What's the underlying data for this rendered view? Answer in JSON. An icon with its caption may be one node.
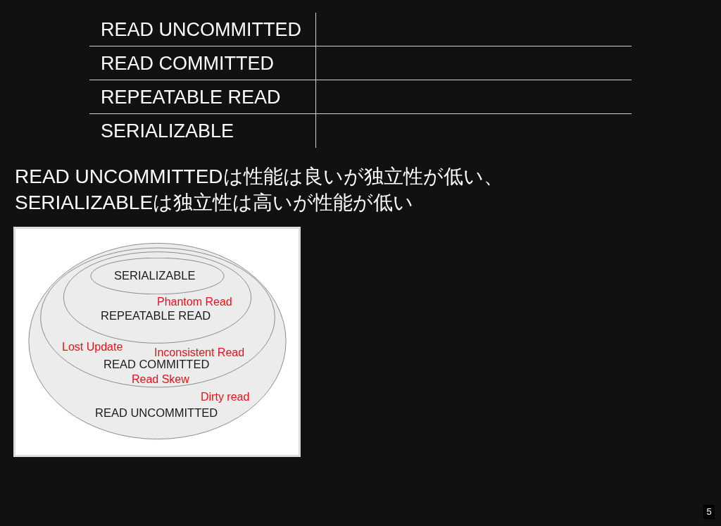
{
  "diagram": {
    "nodes": [
      {
        "text": [
          "READ UNCOMMITTED"
        ]
      },
      {
        "text": [
          "READ COMMITTED"
        ],
        "in": 0
      },
      {
        "text": [
          "REPEATABLE READ"
        ],
        "in": 1
      },
      {
        "text": [
          "SERIALIZABLE"
        ],
        "in": 2
      }
    ],
    "labels": [
      "READ UNCOMMITTED",
      "READ COMMITTED",
      "REPEATABLE READ",
      "SERIALIZABLE",
      "READ UNCOMMITTEDは性能は良いが独立性が低い、",
      "SERIALIZABLEは独立性は高いが性能が低い",
      "Phantom Read",
      "Lost Update",
      "Inconsistent Read",
      "Read Skew",
      "Dirty read",
      "5"
    ]
  }
}
